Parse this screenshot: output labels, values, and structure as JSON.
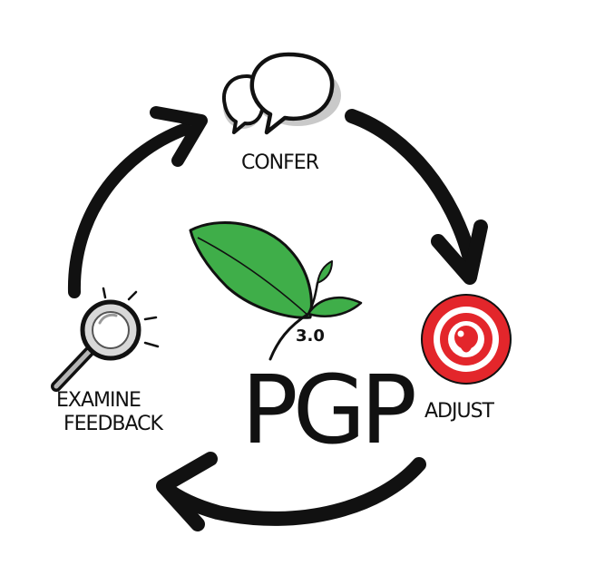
{
  "cycle": {
    "confer_label": "CONFER",
    "adjust_label": "ADJUST",
    "examine_line1": "EXAMINE",
    "examine_line2": "FEEDBACK"
  },
  "center": {
    "title": "PGP",
    "version": "3.0"
  },
  "colors": {
    "ink": "#111111",
    "leaf_green": "#3fae49",
    "target_red": "#e3262b",
    "bubble_shadow": "#c9c9c9",
    "glass_grey": "#b5b5b5"
  },
  "icons": {
    "confer": "speech-bubbles-icon",
    "adjust": "target-icon",
    "examine": "magnifying-glass-icon",
    "center": "sprout-icon"
  }
}
